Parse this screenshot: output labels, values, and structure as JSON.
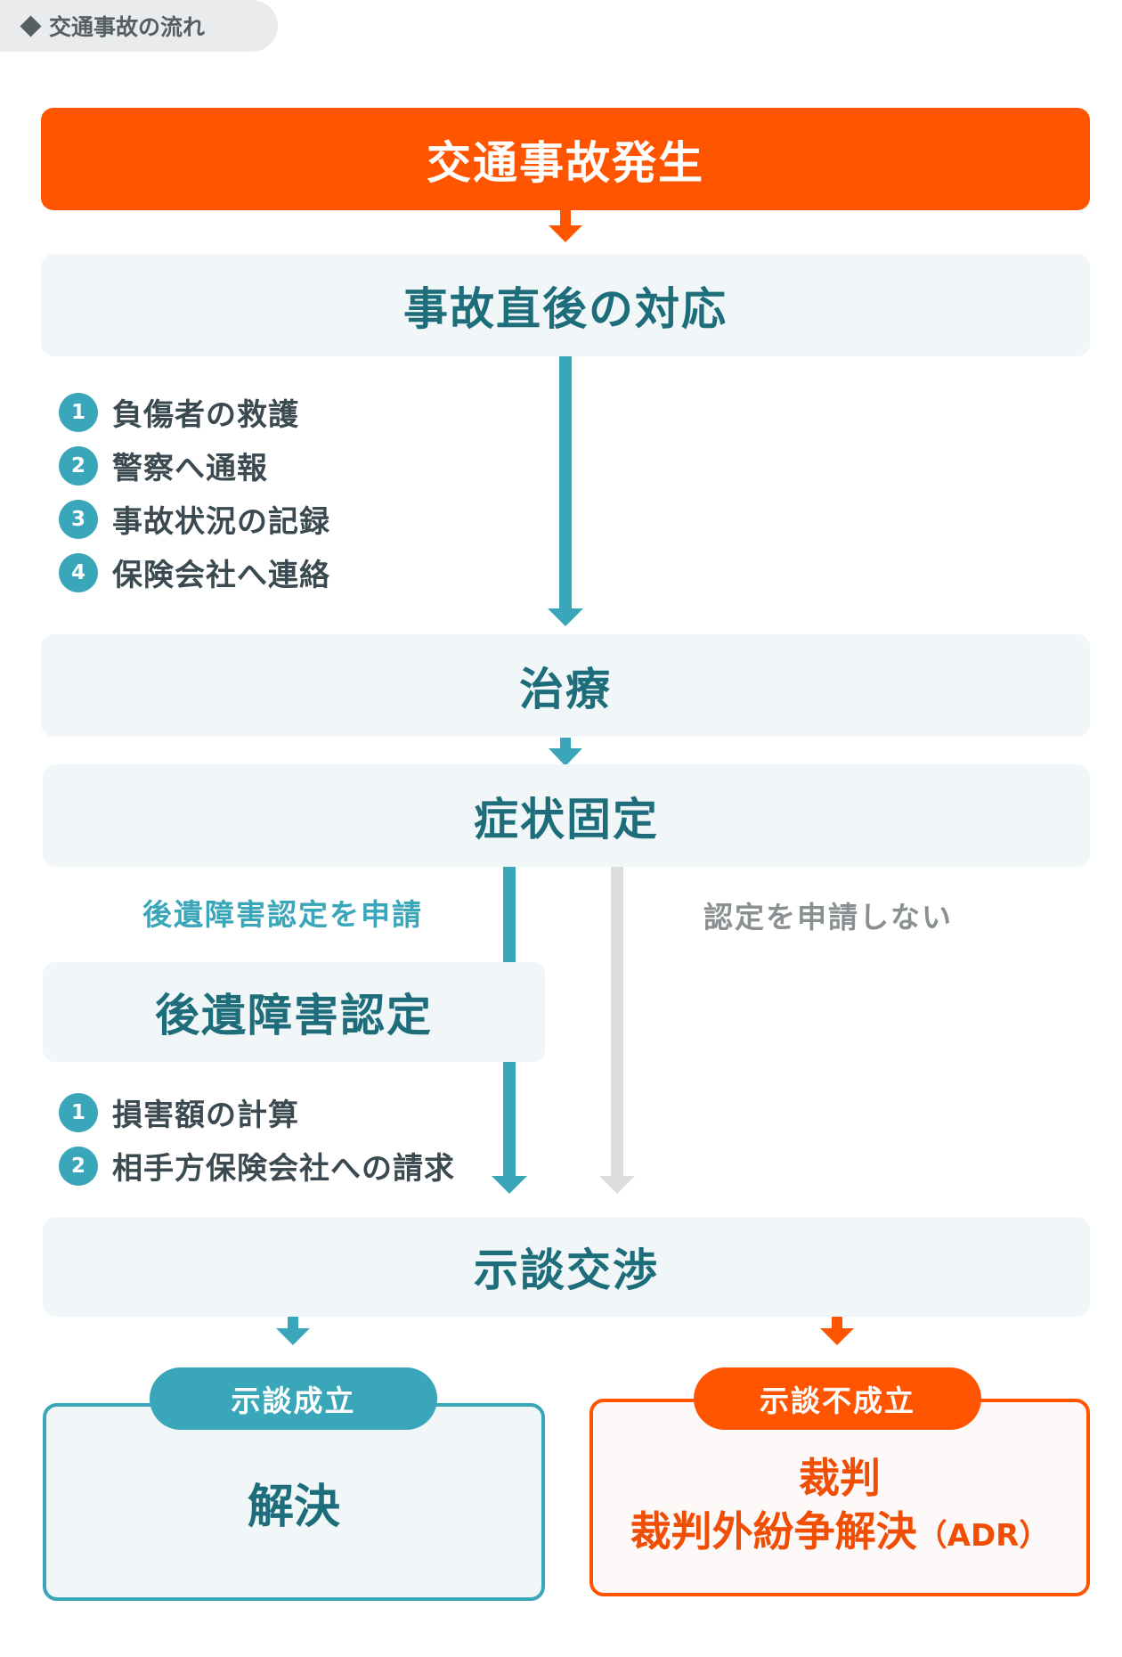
{
  "header": {
    "title": "交通事故の流れ"
  },
  "steps": {
    "start": "交通事故発生",
    "immediate": "事故直後の対応",
    "treatment": "治療",
    "symptom_fixed": "症状固定",
    "disability_cert": "後遺障害認定",
    "negotiation": "示談交渉"
  },
  "immediate_list": [
    {
      "num": "1",
      "text": "負傷者の救護"
    },
    {
      "num": "2",
      "text": "警察へ通報"
    },
    {
      "num": "3",
      "text": "事故状況の記録"
    },
    {
      "num": "4",
      "text": "保険会社へ連絡"
    }
  ],
  "disability_list": [
    {
      "num": "1",
      "text": "損害額の計算"
    },
    {
      "num": "2",
      "text": "相手方保険会社への請求"
    }
  ],
  "branch_labels": {
    "apply": "後遺障害認定を申請",
    "not_apply": "認定を申請しない"
  },
  "results": {
    "success": {
      "badge": "示談成立",
      "text": "解決"
    },
    "failure": {
      "badge": "示談不成立",
      "line1": "裁判",
      "line2": "裁判外紛争解決",
      "line2_suffix": "（ADR）"
    }
  },
  "colors": {
    "orange": "#ff5500",
    "teal": "#3aa6b9",
    "dark_teal": "#1d6d7b",
    "gray_arrow": "#dddddd",
    "box_bg": "#f1f6f8"
  }
}
